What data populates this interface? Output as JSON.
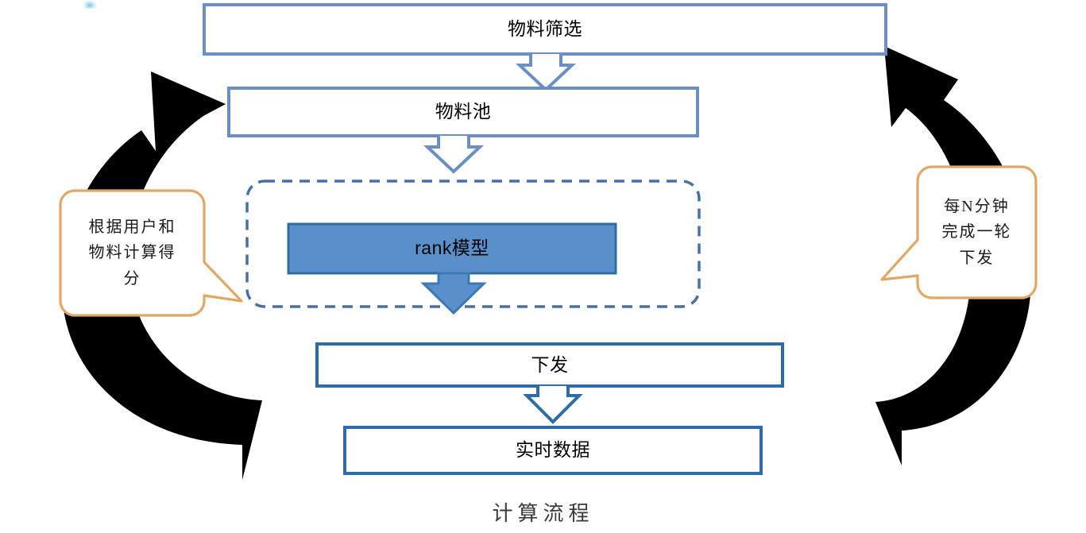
{
  "diagram": {
    "caption": "计算流程",
    "colors": {
      "box_border_light": "#6B8FC4",
      "box_border_dark": "#2E6CA8",
      "rank_fill": "#5B8FC9",
      "rank_border": "#2E6CA8",
      "dashed_border": "#4A6FA5",
      "callout_border": "#E0A864",
      "cycle_arrow": "#000000",
      "box_fill": "#FFFFFF"
    },
    "nodes": [
      {
        "id": "material-screening",
        "label": "物料筛选"
      },
      {
        "id": "material-pool",
        "label": "物料池"
      },
      {
        "id": "rank-model",
        "label": "rank模型"
      },
      {
        "id": "dispatch",
        "label": "下发"
      },
      {
        "id": "realtime-data",
        "label": "实时数据"
      }
    ],
    "callouts": [
      {
        "id": "score-callout",
        "side": "left",
        "lines": [
          "根据用户和",
          "物料计算得",
          "分"
        ],
        "text": "根据用户和物料计算得分"
      },
      {
        "id": "interval-callout",
        "side": "right",
        "lines": [
          "每N分钟",
          "完成一轮",
          "下发"
        ],
        "text": "每N分钟完成一轮下发"
      }
    ],
    "connectors": [
      {
        "from": "material-screening",
        "to": "material-pool",
        "style": "hollow-down-arrow"
      },
      {
        "from": "material-pool",
        "to": "rank-model-group",
        "style": "hollow-down-arrow"
      },
      {
        "from": "rank-model",
        "to": "dispatch",
        "style": "filled-down-arrow"
      },
      {
        "from": "dispatch",
        "to": "realtime-data",
        "style": "hollow-down-arrow"
      }
    ],
    "cycle_arrows": [
      {
        "id": "left-cycle-arrow",
        "direction": "up-right",
        "description": "黑色循环箭头（左侧，向上指向物料池）"
      },
      {
        "id": "right-cycle-arrow",
        "direction": "up-left",
        "description": "黑色循环箭头（右侧，向上指向物料筛选）"
      }
    ]
  }
}
